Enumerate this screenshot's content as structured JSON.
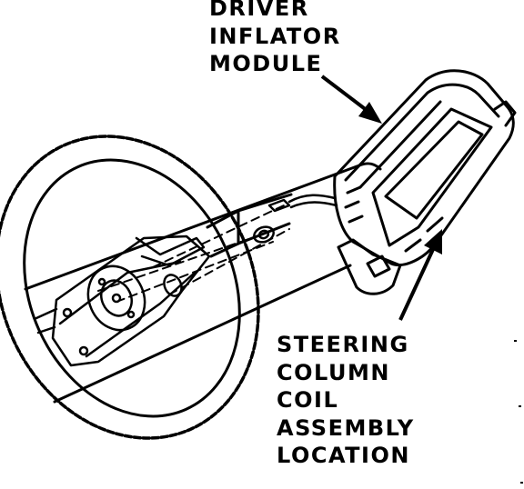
{
  "labels": {
    "inflator_module": [
      "DRIVER",
      "INFLATOR",
      "MODULE"
    ],
    "coil_location": [
      "STEERING",
      "COLUMN",
      "COIL",
      "ASSEMBLY",
      "LOCATION"
    ]
  },
  "colors": {
    "ink": "#000000",
    "paper": "#ffffff"
  }
}
